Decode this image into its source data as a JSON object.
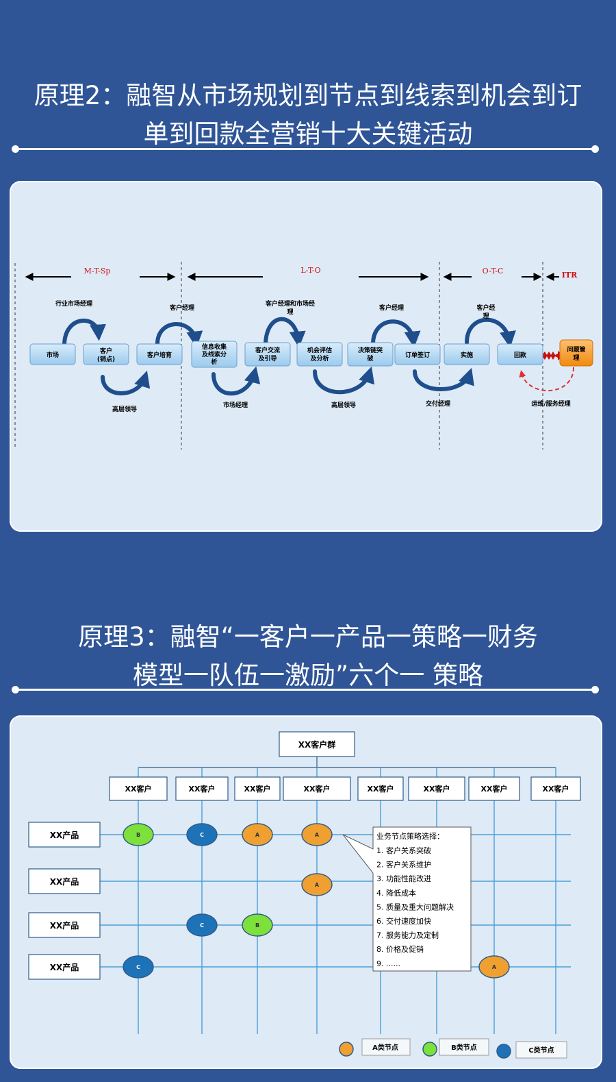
{
  "section1": {
    "title_line1": "原理2：融智从市场规划到节点到线索到机会到订",
    "title_line2": "单到回款全营销十大关键活动"
  },
  "section2": {
    "title_line1": "原理3：融智“一客户一产品一策略一财务",
    "title_line2": "模型一队伍一激励”六个一 策略"
  },
  "flow": {
    "phases": [
      "M-T-Sp",
      "L-T-O",
      "O-T-C",
      "ITR"
    ],
    "boxes": {
      "market": "市场",
      "customer_line1": "客户",
      "customer_line2": "(销点)",
      "cultivate": "客户培育",
      "info_line1": "信息收集",
      "info_line2": "及线索分",
      "info_line3": "析",
      "exchange_line1": "客户交流",
      "exchange_line2": "及引导",
      "eval_line1": "机会评估",
      "eval_line2": "及分析",
      "decision_line1": "决策链突",
      "decision_line2": "破",
      "order": "订单签订",
      "implement": "实施",
      "payment": "回款",
      "issue_line1": "问题管",
      "issue_line2": "理"
    },
    "labels": {
      "industry_manager": "行业市场经理",
      "cm1": "客户经理",
      "cm_mm_line1": "客户经理和市场经",
      "cm_mm_line2": "理",
      "cm2": "客户经理",
      "cm3_line1": "客户经",
      "cm3_line2": "理",
      "exec1": "高层领导",
      "mm": "市场经理",
      "exec2": "高层领导",
      "delivery": "交付经理",
      "ops": "运维/服务经理"
    }
  },
  "matrix": {
    "group": "XX客户群",
    "customers": [
      "XX客户",
      "XX客户",
      "XX客户",
      "XX客户",
      "XX客户",
      "XX客户",
      "XX客户",
      "XX客户"
    ],
    "products": [
      "XX产品",
      "XX产品",
      "XX产品",
      "XX产品"
    ],
    "nodes": [
      {
        "row": 0,
        "col": 0,
        "type": "B"
      },
      {
        "row": 0,
        "col": 1,
        "type": "C"
      },
      {
        "row": 0,
        "col": 2,
        "type": "A"
      },
      {
        "row": 0,
        "col": 3,
        "type": "A"
      },
      {
        "row": 1,
        "col": 3,
        "type": "A"
      },
      {
        "row": 2,
        "col": 1,
        "type": "C"
      },
      {
        "row": 2,
        "col": 2,
        "type": "B"
      },
      {
        "row": 3,
        "col": 0,
        "type": "C"
      },
      {
        "row": 3,
        "col": 6,
        "type": "A"
      }
    ],
    "node_labels": {
      "A": "A",
      "B": "B",
      "C": "C"
    },
    "colors": {
      "A": "#f0a030",
      "B": "#7ee03a",
      "C": "#1e73b8"
    },
    "callout": {
      "title": "业务节点策略选择：",
      "items": [
        "1.  客户关系突破",
        "2.  客户关系维护",
        "3.  功能性能改进",
        "4.  降低成本",
        "5.  质量及重大问题解决",
        "6.  交付速度加快",
        "7.  服务能力及定制",
        "8.  价格及促销",
        "9.  ......"
      ]
    },
    "legend": [
      "A类节点",
      "B类节点",
      "C类节点"
    ]
  }
}
